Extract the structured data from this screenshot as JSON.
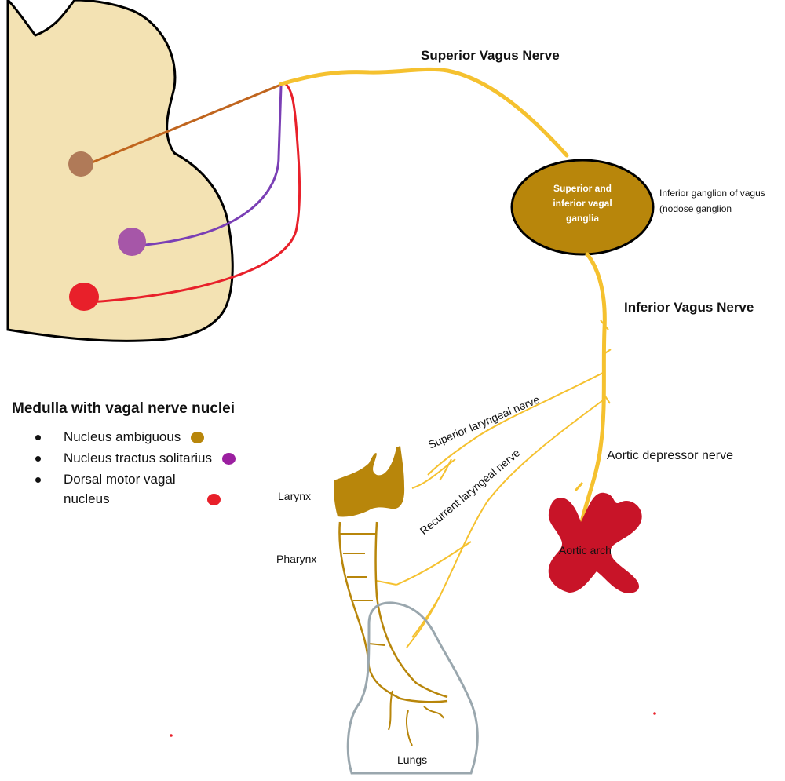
{
  "labels": {
    "superior_vagus_nerve": "Superior Vagus Nerve",
    "ganglia_line1": "Superior and",
    "ganglia_line2": "inferior vagal",
    "ganglia_line3": "ganglia",
    "inferior_ganglion_line1": "Inferior ganglion of vagus",
    "inferior_ganglion_line2": "(nodose ganglion",
    "inferior_vagus_nerve": "Inferior Vagus Nerve",
    "superior_laryngeal_nerve": "Superior laryngeal nerve",
    "recurrent_laryngeal_nerve": "Recurrent laryngeal nerve",
    "aortic_depressor_nerve": "Aortic depressor nerve",
    "larynx": "Larynx",
    "pharynx": "Pharynx",
    "aortic_arch": "Aortic arch",
    "lungs": "Lungs"
  },
  "legend": {
    "title": "Medulla with vagal nerve nuclei",
    "items": [
      {
        "label": "Nucleus ambiguous",
        "color": "#b8860b"
      },
      {
        "label": "Nucleus tractus solitarius",
        "color": "#9b1fa0"
      },
      {
        "label": "Dorsal motor vagal nucleus",
        "color": "#e8202a"
      }
    ]
  },
  "colors": {
    "medulla_fill": "#f3e2b3",
    "nerve": "#f5c12f",
    "nucleus_ambiguous_line": "#c0651e",
    "nucleus_ambiguous_dot": "#b07a58",
    "solitarius_line": "#7a3fb5",
    "solitarius_dot": "#a656a8",
    "dorsal_motor_line": "#e8202a",
    "ganglia": "#b8860b",
    "aortic_arch": "#c81428",
    "lungs_outline": "#9aa7ae"
  }
}
